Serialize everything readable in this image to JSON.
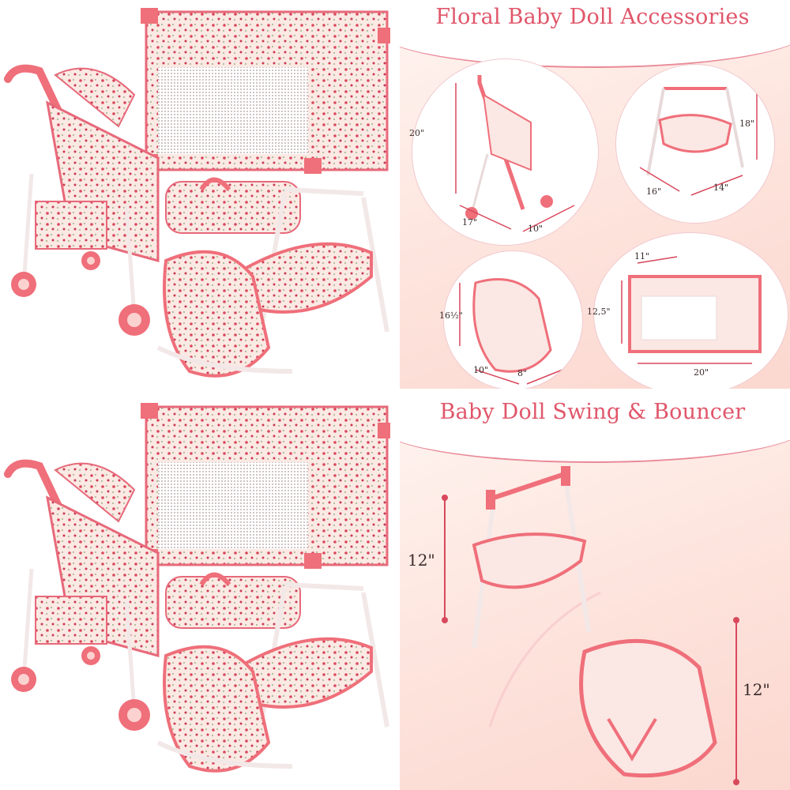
{
  "panels": {
    "top_right": {
      "title": "Floral Baby Doll Accessories",
      "stroller": {
        "height": "20\"",
        "depth": "17\"",
        "width": "10\""
      },
      "swing": {
        "height": "18\"",
        "depth": "16\"",
        "width": "14\""
      },
      "bouncer": {
        "height": "16½\"",
        "depth": "10\"",
        "width": "8\""
      },
      "playpen": {
        "depth": "11\"",
        "height": "12,5\"",
        "width": "20\""
      }
    },
    "bottom_right": {
      "title": "Baby Doll Swing & Bouncer",
      "swing": {
        "height": "12\""
      },
      "bouncer": {
        "height": "12\""
      }
    }
  },
  "colors": {
    "accent": "#e0566a",
    "frame": "#ef6f7a",
    "fabric": "#fbe7e3",
    "background_blush": "#fde3dc"
  }
}
